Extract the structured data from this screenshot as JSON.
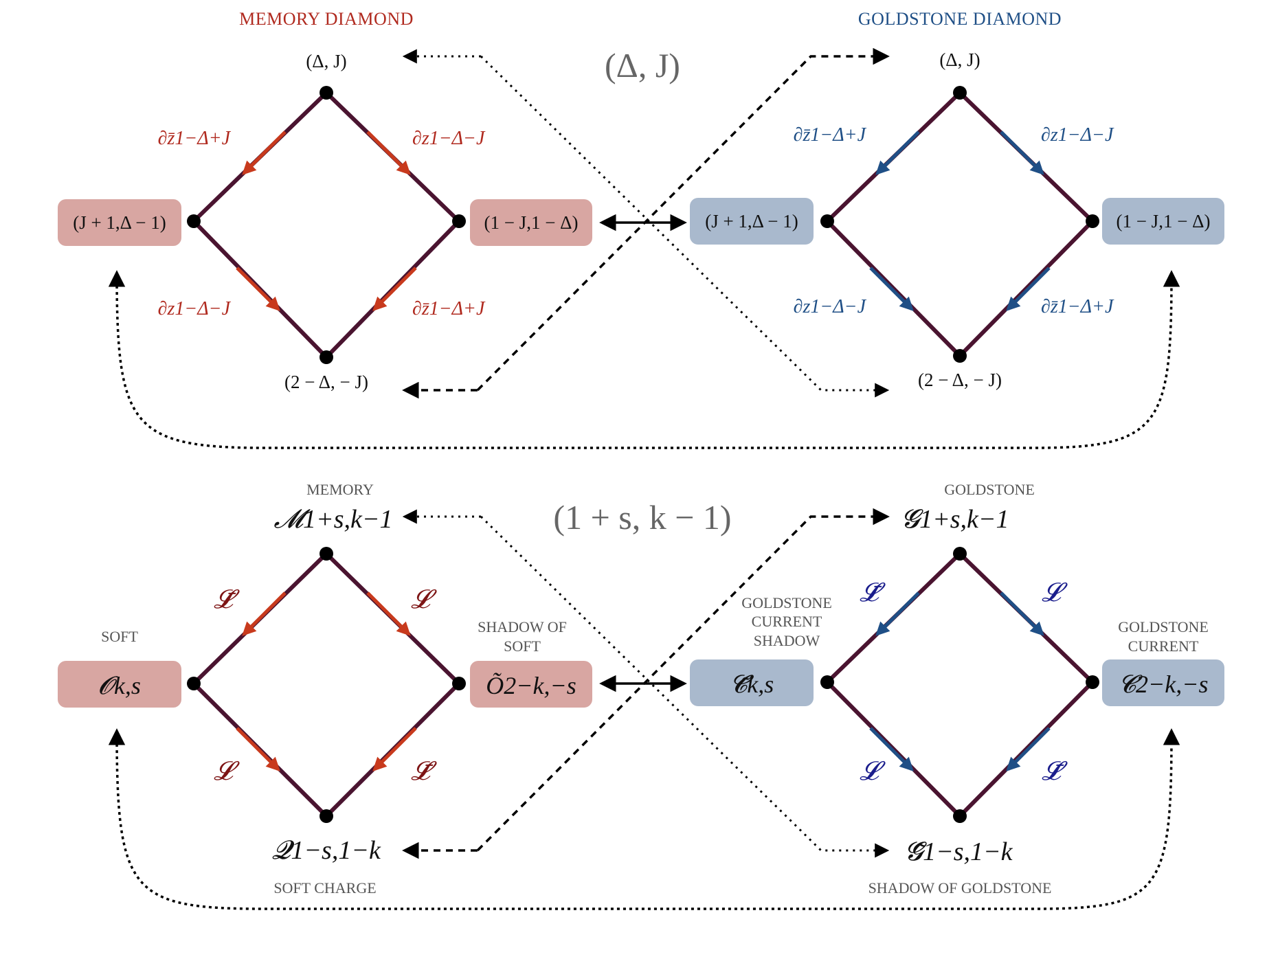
{
  "colors": {
    "red_box": "#d8a6a2",
    "blue_box": "#a9b9cd",
    "edge": "#4a1430",
    "red_arrow": "#c83a1d",
    "blue_arrow": "#1f4f86",
    "red_title": "#b02a1f",
    "blue_title": "#1f4f86"
  },
  "top": {
    "memory_title": "MEMORY DIAMOND",
    "goldstone_title": "GOLDSTONE DIAMOND",
    "center_label": "(Δ, J)",
    "memory": {
      "top_node": "(Δ, J)",
      "bottom_node": "(2 − Δ, − J)",
      "left_box": "(J + 1,Δ − 1)",
      "right_box": "(1 − J,1 − Δ)",
      "op_upper_left": "∂z̄1−Δ+J",
      "op_upper_right": "∂z1−Δ−J",
      "op_lower_left": "∂z1−Δ−J",
      "op_lower_right": "∂z̄1−Δ+J"
    },
    "goldstone": {
      "top_node": "(Δ, J)",
      "bottom_node": "(2 − Δ, − J)",
      "left_box": "(J + 1,Δ − 1)",
      "right_box": "(1 − J,1 − Δ)",
      "op_upper_left": "∂z̄1−Δ+J",
      "op_upper_right": "∂z1−Δ−J",
      "op_lower_left": "∂z1−Δ−J",
      "op_lower_right": "∂z̄1−Δ+J"
    }
  },
  "bottom": {
    "center_label": "(1 + s, k − 1)",
    "memory": {
      "top_caption": "MEMORY",
      "top_node": "𝓜1+s,k−1",
      "bottom_node": "𝓠1−s,1−k",
      "bottom_caption": "SOFT CHARGE",
      "left_caption": "SOFT",
      "left_box": "𝓞k,s",
      "right_caption_1": "SHADOW OF",
      "right_caption_2": "SOFT",
      "right_box": "Õ2−k,−s",
      "op_upper_left": "𝓛̄",
      "op_upper_right": "𝓛",
      "op_lower_left": "𝓛",
      "op_lower_right": "𝓛̄"
    },
    "goldstone": {
      "top_caption": "GOLDSTONE",
      "top_node": "𝓖1+s,k−1",
      "bottom_node": "𝓖̃1−s,1−k",
      "bottom_caption": "SHADOW OF GOLDSTONE",
      "left_caption_1": "GOLDSTONE",
      "left_caption_2": "CURRENT",
      "left_caption_3": "SHADOW",
      "left_box": "𝓒̃k,s",
      "right_caption_1": "GOLDSTONE",
      "right_caption_2": "CURRENT",
      "right_box": "𝓒2−k,−s",
      "op_upper_left": "𝓛̄",
      "op_upper_right": "𝓛",
      "op_lower_left": "𝓛",
      "op_lower_right": "𝓛̄"
    }
  }
}
